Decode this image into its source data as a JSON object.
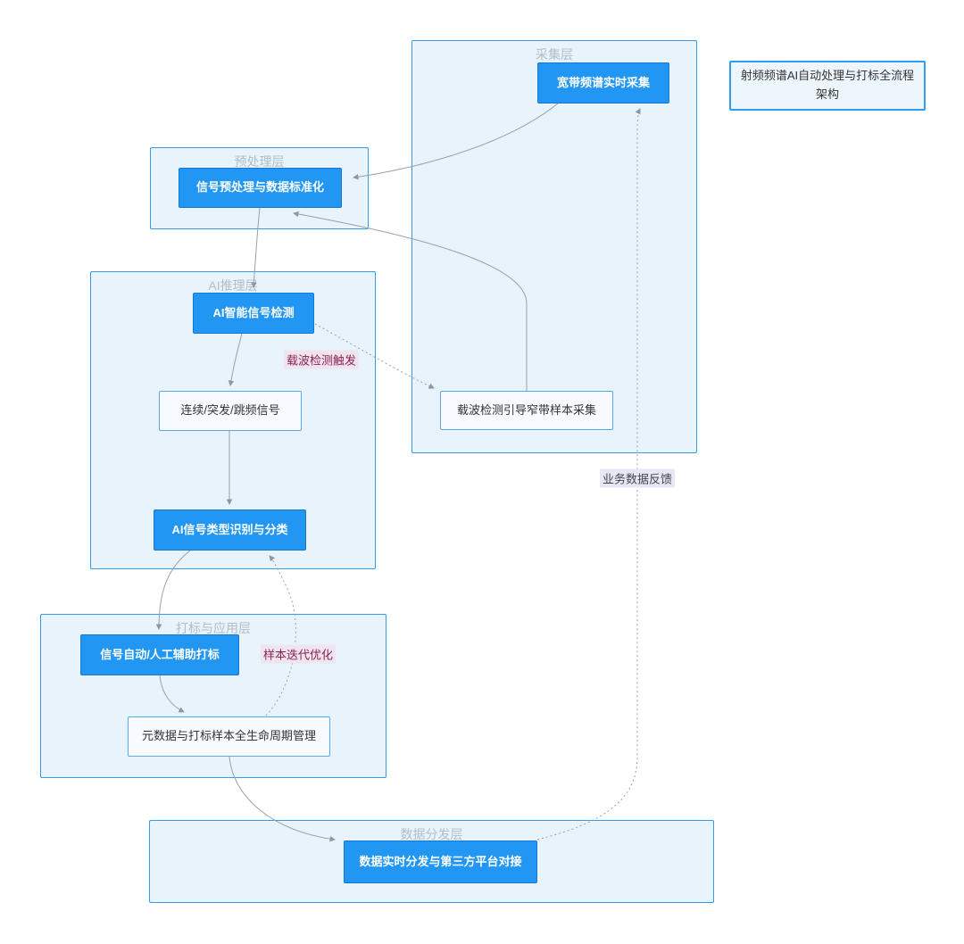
{
  "diagram": {
    "title": "射频频谱AI自动处理与打标全流程架构",
    "containers": {
      "collection": {
        "label": "采集层"
      },
      "preprocessing": {
        "label": "预处理层"
      },
      "ai_inference": {
        "label": "AI推理层"
      },
      "labeling": {
        "label": "打标与应用层"
      },
      "distribution": {
        "label": "数据分发层"
      }
    },
    "nodes": {
      "wideband_collection": {
        "label": "宽带频谱实时采集"
      },
      "signal_preprocess": {
        "label": "信号预处理与数据标准化"
      },
      "ai_signal_detect": {
        "label": "AI智能信号检测"
      },
      "signal_kinds": {
        "label": "连续/突发/跳频信号"
      },
      "ai_signal_classify": {
        "label": "AI信号类型识别与分类"
      },
      "narrowband_collection": {
        "label": "载波检测引导窄带样本采集"
      },
      "auto_labeling": {
        "label": "信号自动/人工辅助打标"
      },
      "metadata_mgmt": {
        "label": "元数据与打标样本全生命周期管理"
      },
      "data_distribution": {
        "label": "数据实时分发与第三方平台对接"
      }
    },
    "edge_labels": {
      "carrier_trigger": "载波检测触发",
      "sample_iteration": "样本迭代优化",
      "business_feedback": "业务数据反馈"
    },
    "colors": {
      "node_primary_bg": "#2196f3",
      "node_primary_border": "#1478d2",
      "node_light_bg": "#f7fbff",
      "node_light_border": "#54a9f0",
      "container_bg": "#e9f3fb",
      "container_border": "#2f9cf2",
      "container_label_text": "#b3bdc9",
      "edge_line": "#98a1aa",
      "edge_label_warn_text": "#8b2252",
      "edge_label_warn_bg": "#efe4ef",
      "edge_label_info_text": "#3d4452",
      "edge_label_info_bg": "#e8e8f2"
    }
  }
}
